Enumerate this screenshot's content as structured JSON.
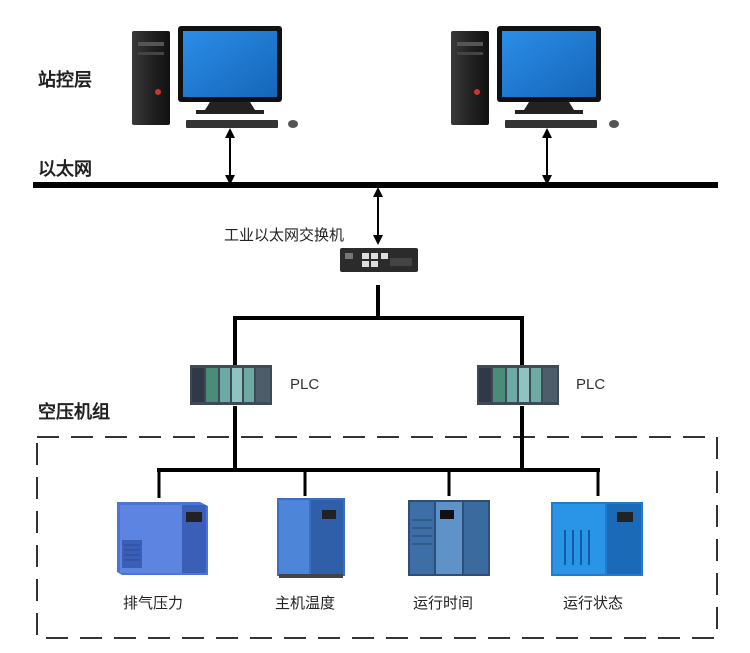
{
  "layers": {
    "station": "站控层",
    "ethernet": "以太网",
    "compressor_group": "空压机组"
  },
  "switch_label": "工业以太网交换机",
  "plc_labels": [
    "PLC",
    "PLC"
  ],
  "compressors": [
    {
      "label": "排气压力"
    },
    {
      "label": "主机温度"
    },
    {
      "label": "运行时间"
    },
    {
      "label": "运行状态"
    }
  ],
  "colors": {
    "line": "#000000",
    "monitor_screen": "#1f7fd6",
    "compressor_blue": "#3f6fd2",
    "compressor_light": "#2b8fe0"
  }
}
